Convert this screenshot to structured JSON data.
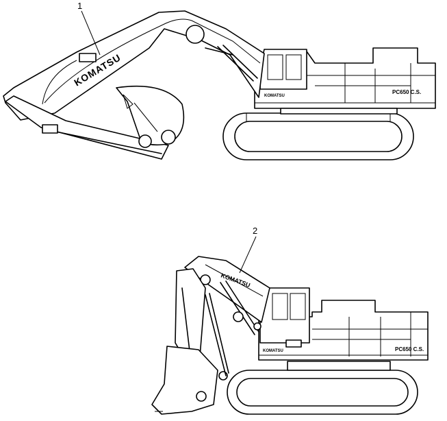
{
  "callouts": [
    {
      "label": "1"
    },
    {
      "label": "2"
    }
  ],
  "decals": {
    "boom_logo_backhoe": "KOMATSU",
    "boom_logo_loader": "KOMATSU",
    "cab_logo_backhoe": "KOMATSU",
    "cab_logo_loader": "KOMATSU",
    "model_backhoe": "PC650 C.S.",
    "model_loader": "PC650 C.S."
  }
}
